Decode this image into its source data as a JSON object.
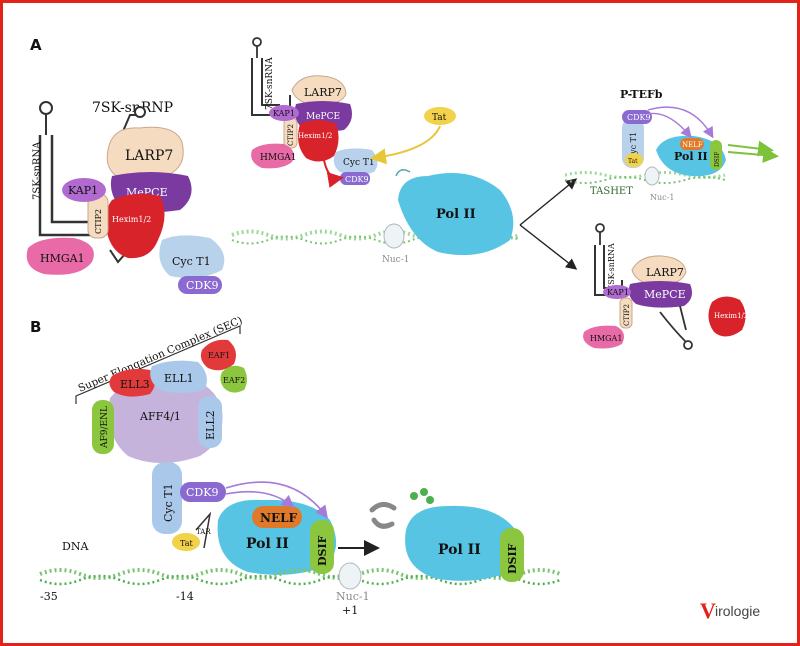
{
  "panels": {
    "a": "A",
    "b": "B"
  },
  "panel_a": {
    "snrnp_title": "7SK-snRNP",
    "rna": "7SK-snRNA",
    "larp7": "LARP7",
    "mepce": "MePCE",
    "kap1": "KAP1",
    "ctip2": "CTIP2",
    "hexim": "Hexim1/2",
    "hmga1": "HMGA1",
    "cyct1": "Cyc T1",
    "cdk9": "CDK9",
    "tat": "Tat",
    "pol2": "Pol II",
    "nuc1": "Nuc-1",
    "ptefb": "P-TEFb",
    "nelf": "NELF",
    "dsif": "DSIF",
    "tashet": "TASHET"
  },
  "panel_b": {
    "sec_label": "Super Elongation Complex (SEC)",
    "ell3": "ELL3",
    "ell1": "ELL1",
    "eaf1": "EAF1",
    "eaf2": "EAF2",
    "aff4": "AFF4/1",
    "af9": "AF9/ENL",
    "ell2": "ELL2",
    "cyct1": "Cyc T1",
    "cdk9": "CDK9",
    "nelf": "NELF",
    "tat": "Tat",
    "tar": "TAR",
    "pol2": "Pol II",
    "dsif": "DSIF",
    "dna": "DNA",
    "pos_m35": "-35",
    "pos_m14": "-14",
    "nuc1": "Nuc-1",
    "pos_p1": "+1"
  },
  "logo": {
    "initial": "V",
    "rest": "irologie"
  },
  "colors": {
    "border": "#e2231a",
    "larp7": "#f5dcc0",
    "mepce": "#7a3aa0",
    "kap1": "#b06ad0",
    "hexim": "#d8232a",
    "hmga1": "#e86aa6",
    "cyct1": "#b8d2ec",
    "cdk9": "#8a6ad0",
    "pol2": "#56c4e2",
    "tat": "#f2d24a",
    "nelf": "#e07a2a",
    "dsif": "#8cc63f",
    "dna": "#9ed89a",
    "aff4": "#c5b3dc",
    "ell": "#a9c8ea"
  }
}
